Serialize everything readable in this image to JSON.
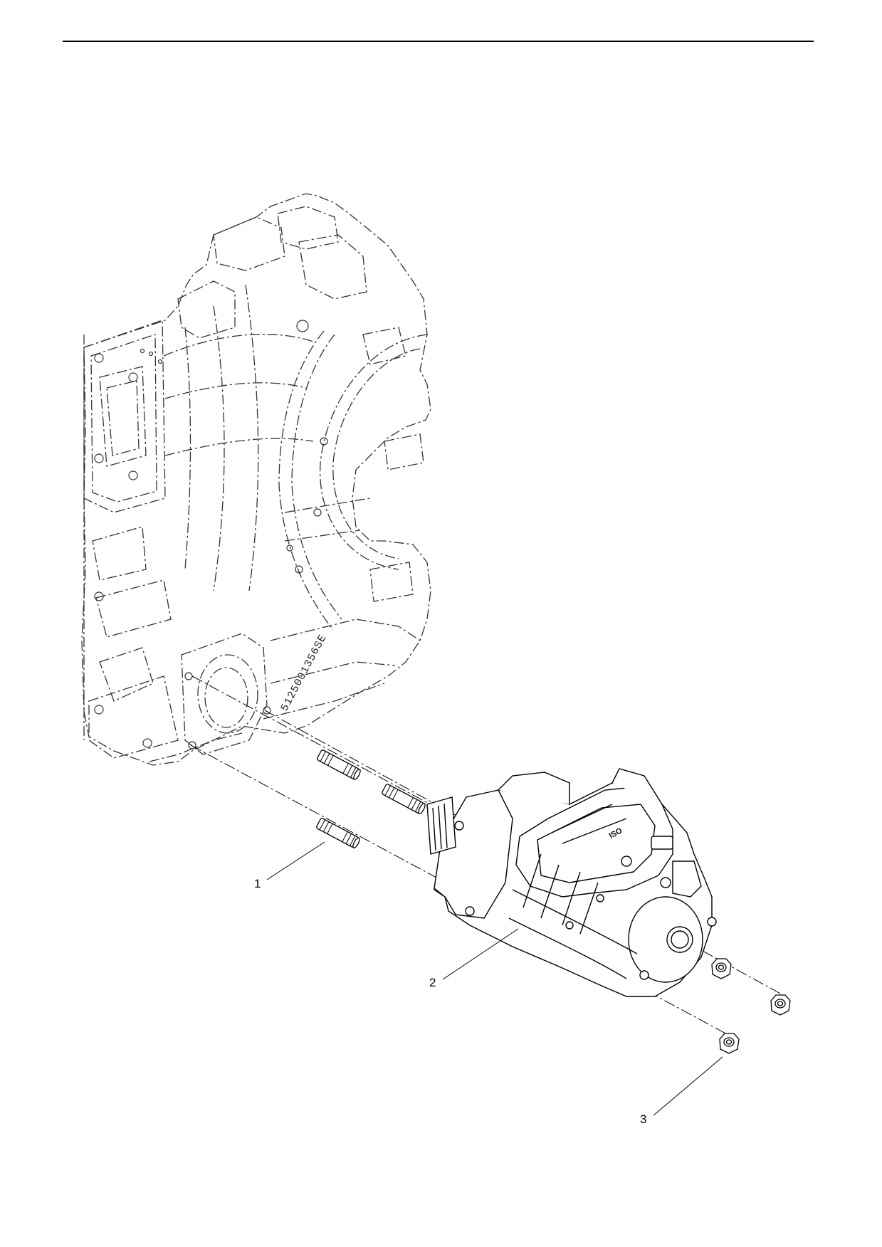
{
  "diagram": {
    "callouts": [
      {
        "id": "1",
        "label": "1"
      },
      {
        "id": "2",
        "label": "2"
      },
      {
        "id": "3",
        "label": "3"
      }
    ],
    "housing_marking": "5125001356SE",
    "starter_marking": "ISO"
  }
}
